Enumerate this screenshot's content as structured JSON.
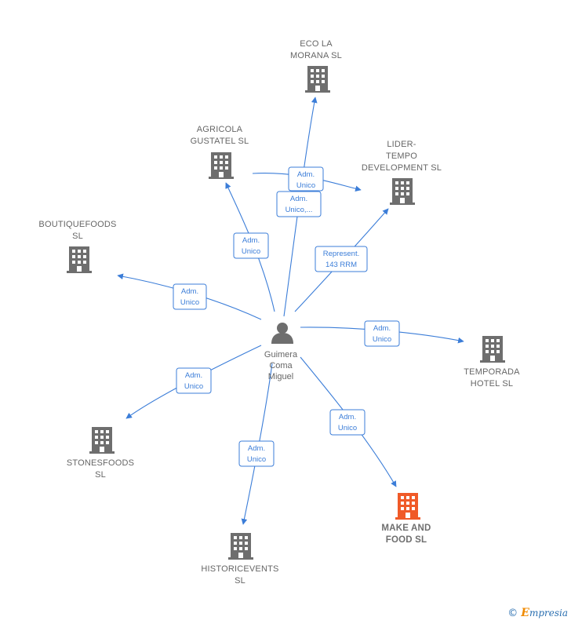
{
  "colors": {
    "edge": "#3b7dd8",
    "node": "#6e6e6e",
    "highlight": "#f05a28",
    "label_border": "#3b7dd8"
  },
  "center": {
    "name_lines": [
      "Guimera",
      "Coma",
      "Miguel"
    ],
    "icon": "person-icon"
  },
  "nodes": [
    {
      "id": "eco",
      "lines": [
        "ECO LA",
        "MORANA  SL"
      ],
      "icon": "building-icon",
      "highlight": false
    },
    {
      "id": "agricola",
      "lines": [
        "AGRICOLA",
        "GUSTATEL  SL"
      ],
      "icon": "building-icon",
      "highlight": false
    },
    {
      "id": "lider",
      "lines": [
        "LIDER-",
        "TEMPO",
        "DEVELOPMENT SL"
      ],
      "icon": "building-icon",
      "highlight": false
    },
    {
      "id": "boutique",
      "lines": [
        "BOUTIQUEFOODS",
        "SL"
      ],
      "icon": "building-icon",
      "highlight": false
    },
    {
      "id": "temporada",
      "lines": [
        "TEMPORADA",
        "HOTEL  SL"
      ],
      "icon": "building-icon",
      "highlight": false
    },
    {
      "id": "stone",
      "lines": [
        "STONESFOODS",
        "SL"
      ],
      "icon": "building-icon",
      "highlight": false
    },
    {
      "id": "make",
      "lines": [
        "MAKE AND",
        "FOOD  SL"
      ],
      "icon": "building-icon",
      "highlight": true
    },
    {
      "id": "historic",
      "lines": [
        "HISTORICEVENTS",
        "SL"
      ],
      "icon": "building-icon",
      "highlight": false
    }
  ],
  "edges": [
    {
      "to": "eco",
      "label_lines": [
        "Adm.",
        "Unico,..."
      ]
    },
    {
      "to": "agricola",
      "label_lines": [
        "Adm.",
        "Unico"
      ]
    },
    {
      "to": "lider",
      "label_lines": [
        "Adm.",
        "Unico"
      ]
    },
    {
      "to": "lider",
      "label_lines": [
        "Represent.",
        "143 RRM"
      ]
    },
    {
      "to": "boutique",
      "label_lines": [
        "Adm.",
        "Unico"
      ]
    },
    {
      "to": "temporada",
      "label_lines": [
        "Adm.",
        "Unico"
      ]
    },
    {
      "to": "stone",
      "label_lines": [
        "Adm.",
        "Unico"
      ]
    },
    {
      "to": "make",
      "label_lines": [
        "Adm.",
        "Unico"
      ]
    },
    {
      "to": "historic",
      "label_lines": [
        "Adm.",
        "Unico"
      ]
    }
  ],
  "footer": {
    "copyright": "©",
    "brand_initial": "E",
    "brand_rest": "mpresia"
  }
}
